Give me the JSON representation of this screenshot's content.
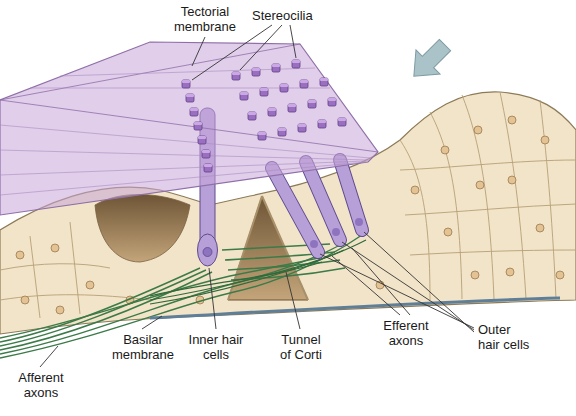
{
  "diagram": {
    "labels": [
      "Tectorial membrane",
      "Stereocilia",
      "Outer hair cells",
      "Efferent axons",
      "Tunnel of Corti",
      "Inner hair cells",
      "Basilar membrane",
      "Afferent axons"
    ]
  }
}
